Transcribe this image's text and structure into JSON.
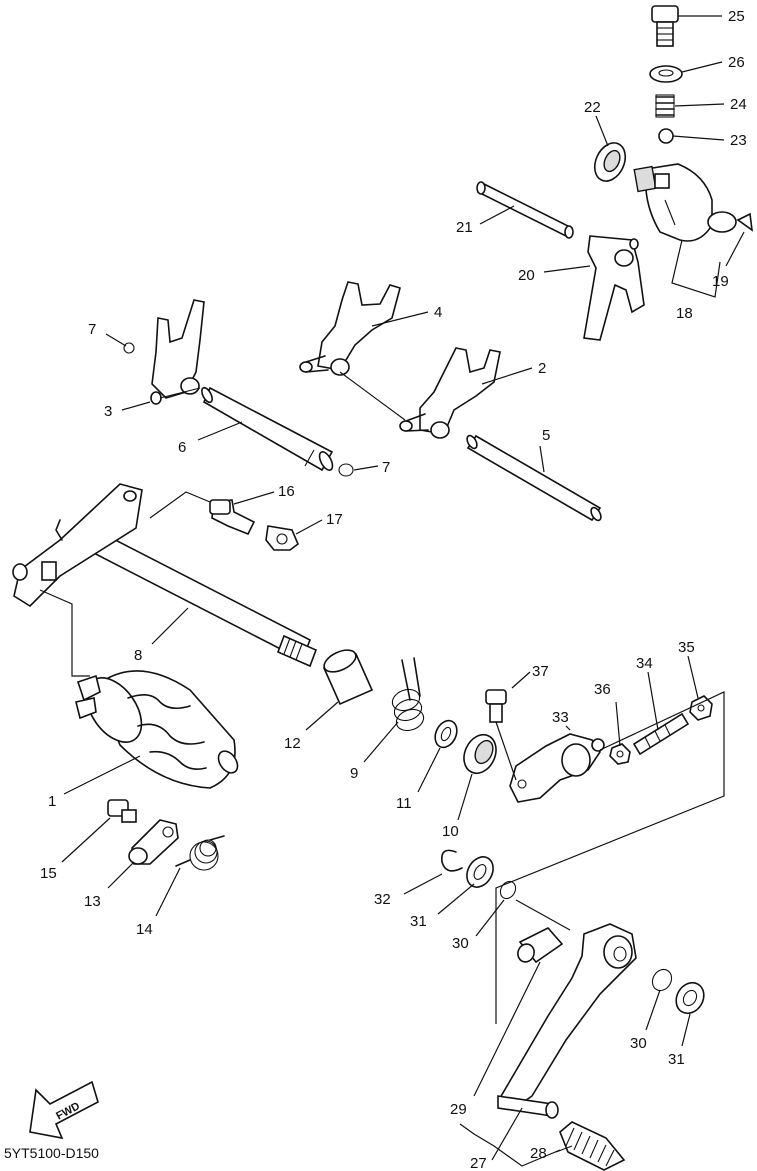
{
  "diagram_code": "5YT5100-D150",
  "fwd_label": "FWD",
  "callouts": {
    "p25": "25",
    "p26": "26",
    "p24": "24",
    "p23": "23",
    "p22": "22",
    "p19": "19",
    "p18": "18",
    "p21": "21",
    "p20": "20",
    "p4": "4",
    "p2": "2",
    "p7a": "7",
    "p3": "3",
    "p6": "6",
    "p7b": "7",
    "p5": "5",
    "p16": "16",
    "p17": "17",
    "p8": "8",
    "p12": "12",
    "p9": "9",
    "p37": "37",
    "p33": "33",
    "p36": "36",
    "p34": "34",
    "p35": "35",
    "p11": "11",
    "p10": "10",
    "p1": "1",
    "p15": "15",
    "p13": "13",
    "p14": "14",
    "p32": "32",
    "p31a": "31",
    "p30a": "30",
    "p30b": "30",
    "p31b": "31",
    "p29": "29",
    "p28": "28",
    "p27": "27"
  }
}
